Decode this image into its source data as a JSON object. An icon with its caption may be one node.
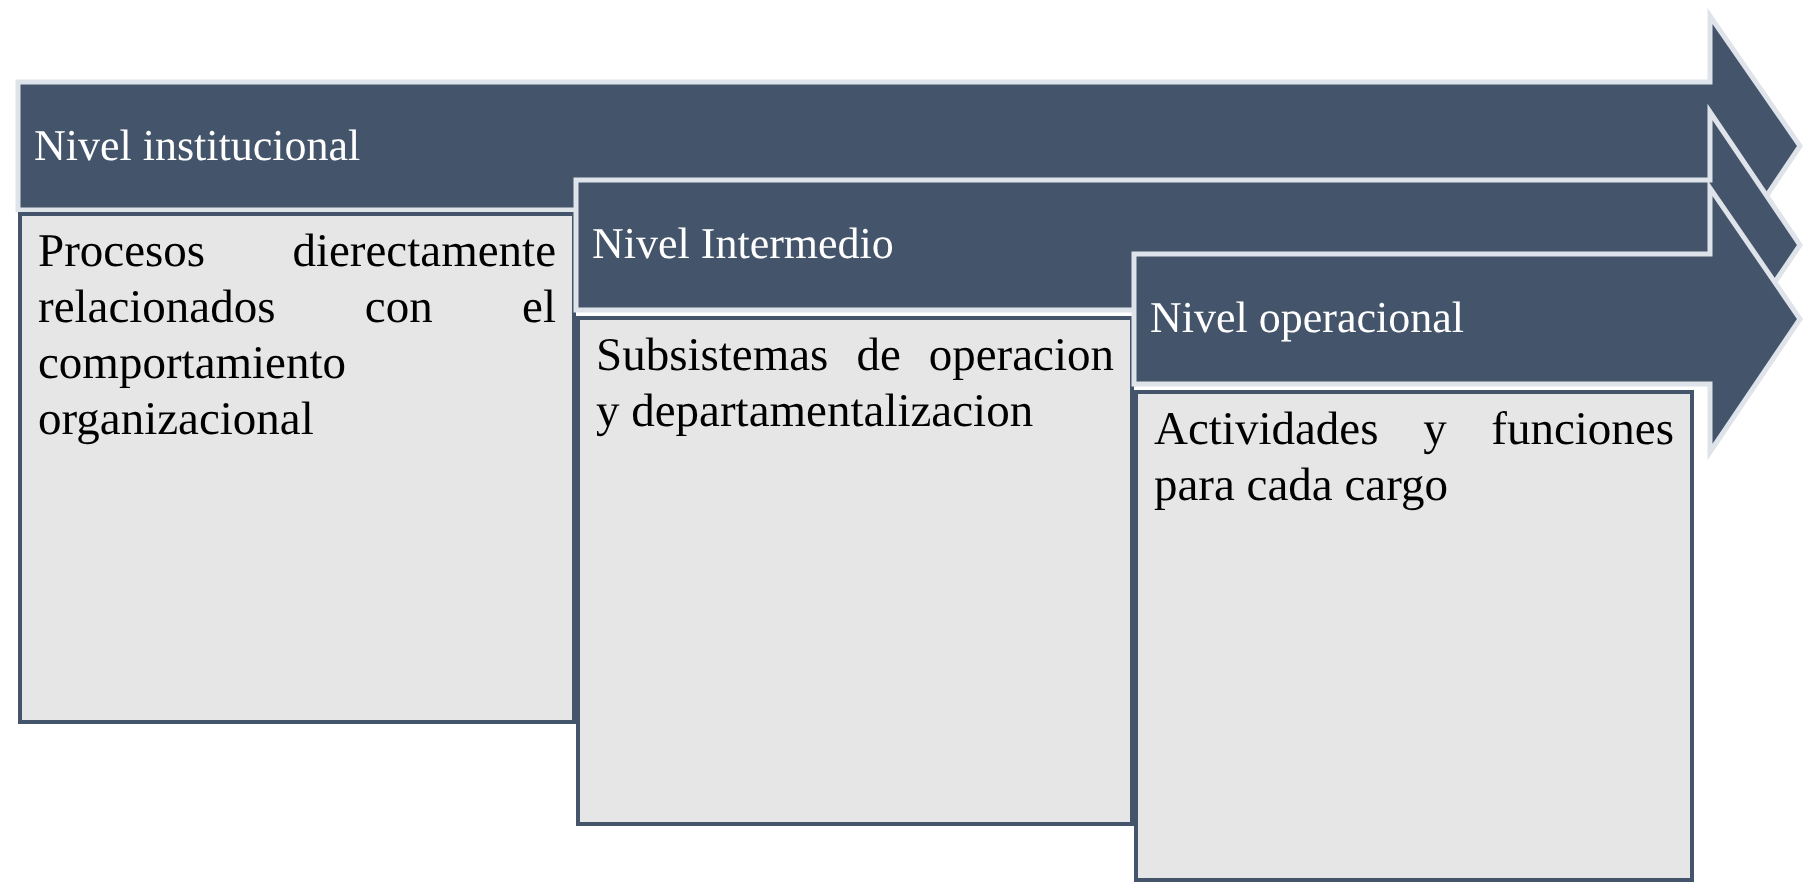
{
  "diagram": {
    "nodes": [
      {
        "text": [
          "Nivel institucional"
        ]
      },
      {
        "text": [
          "Procesos dierectamente relacionados con el comportamiento organizacional"
        ]
      },
      {
        "text": [
          "Nivel Intermedio"
        ]
      },
      {
        "text": [
          "Subsistemas de operacion y departamentalizacion"
        ]
      },
      {
        "text": [
          "Nivel operacional"
        ]
      },
      {
        "text": [
          "Actividades y funciones para cada cargo"
        ]
      }
    ]
  }
}
